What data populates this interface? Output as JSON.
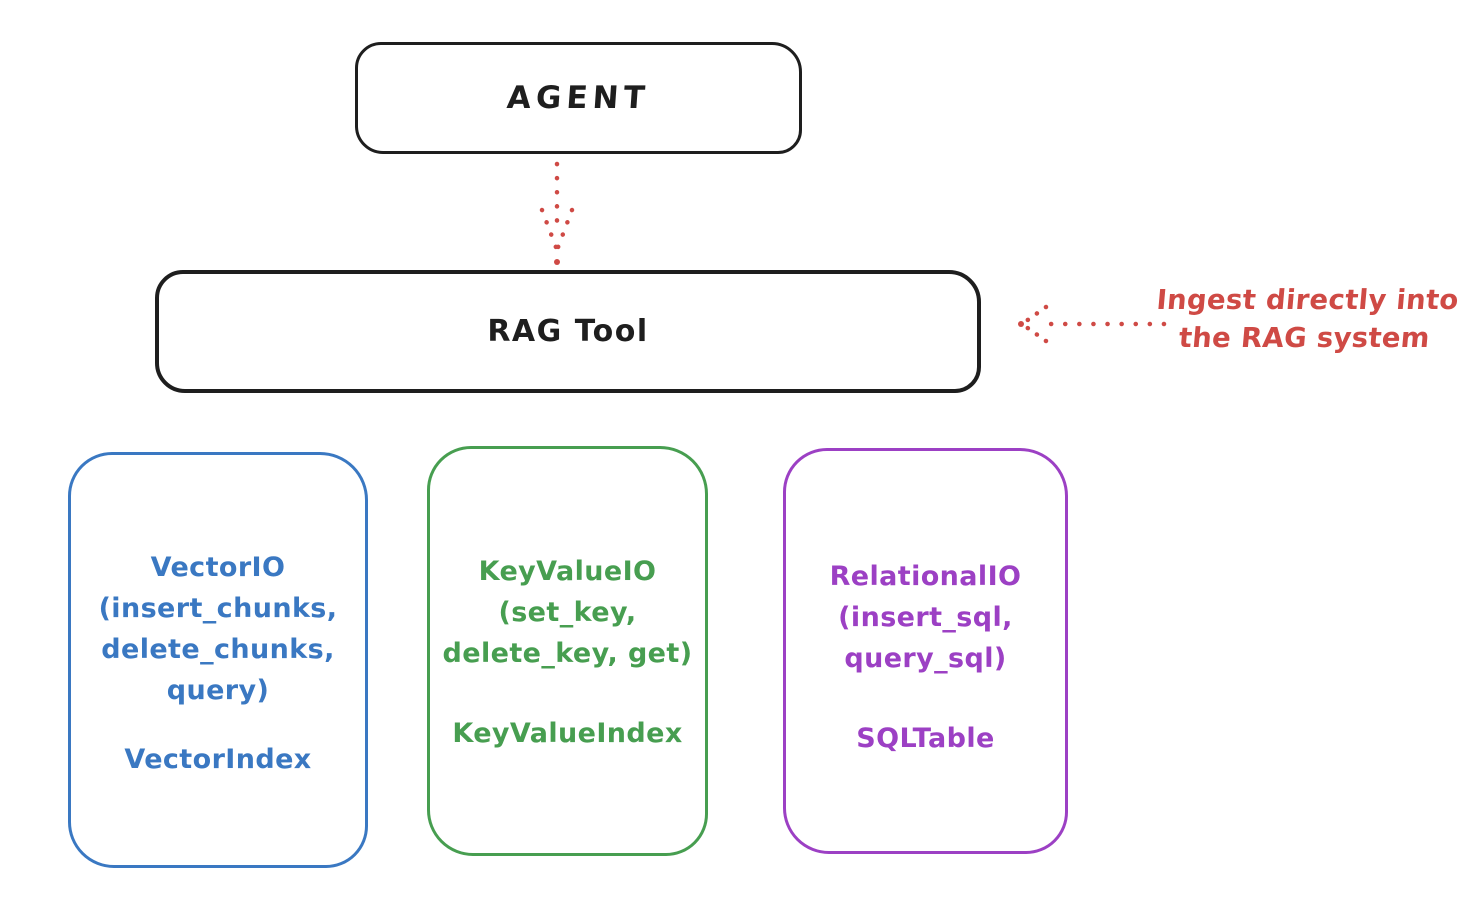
{
  "diagram": {
    "title_semantic": "RAG Tool architecture diagram",
    "colors": {
      "black": "#1e1e1e",
      "red": "#cf4a45",
      "blue": "#3a78c2",
      "green": "#479e50",
      "purple": "#9c40c4"
    },
    "agent": {
      "label": "AGENT"
    },
    "rag_tool": {
      "label": "RAG Tool"
    },
    "annotation": {
      "line1": "Ingest directly into",
      "line2": "the RAG system"
    },
    "nodes": [
      {
        "id": "vector-io",
        "color": "#3a78c2",
        "lines": [
          "VectorIO",
          "(insert_chunks,",
          "delete_chunks,",
          "query)"
        ],
        "index": "VectorIndex"
      },
      {
        "id": "keyvalue-io",
        "color": "#479e50",
        "lines": [
          "KeyValueIO",
          "(set_key,",
          "delete_key, get)"
        ],
        "index": "KeyValueIndex"
      },
      {
        "id": "relational-io",
        "color": "#9c40c4",
        "lines": [
          "RelationalIO",
          "(insert_sql,",
          "query_sql)"
        ],
        "index": "SQLTable"
      }
    ]
  }
}
